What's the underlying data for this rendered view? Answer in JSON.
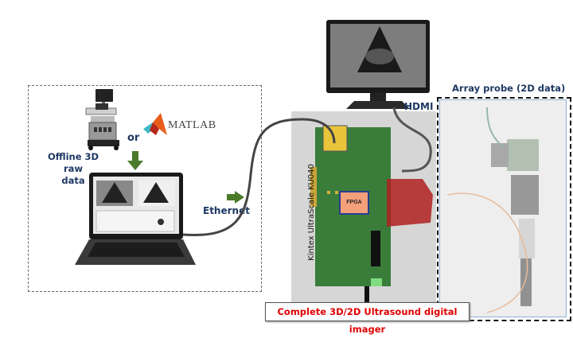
{
  "diagram": {
    "left_panel": {
      "source_label": "Offline 3D raw data",
      "source_label_line1": "Offline 3D raw",
      "source_label_line2": "data",
      "or_label": "or",
      "matlab_label": "MATLAB",
      "scanner_icon": "ultrasound-scanner-icon",
      "laptop_icon": "laptop-icon",
      "arrow_color": "#4b7a2a"
    },
    "connections": {
      "ethernet_label": "Ethernet",
      "hdmi_label": "HDMI"
    },
    "board": {
      "name": "Kintex UltraScale KU040",
      "chip_label": "FPGA",
      "caption": "Complete 3D/2D Ultrasound digital imager",
      "caption_color": "#e00000"
    },
    "probe": {
      "label": "Array probe (2D data)"
    },
    "colors": {
      "label_text": "#1f3864",
      "pcb_green": "#3a7d3a",
      "daughter_red": "#b02020"
    }
  }
}
